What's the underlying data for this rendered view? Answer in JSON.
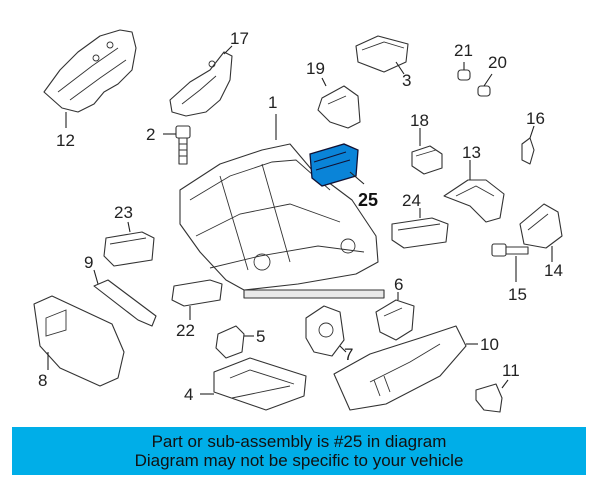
{
  "callouts": [
    "1",
    "2",
    "3",
    "4",
    "5",
    "6",
    "7",
    "8",
    "9",
    "10",
    "11",
    "12",
    "13",
    "14",
    "15",
    "16",
    "17",
    "19",
    "20",
    "21",
    "22",
    "23",
    "24",
    "18",
    "25"
  ],
  "banner": {
    "line1": "Part or sub-assembly is #25 in diagram",
    "line2": "Diagram may not be specific to your vehicle"
  },
  "highlight_color": "#0a84d8",
  "banner_color": "#00aee8"
}
